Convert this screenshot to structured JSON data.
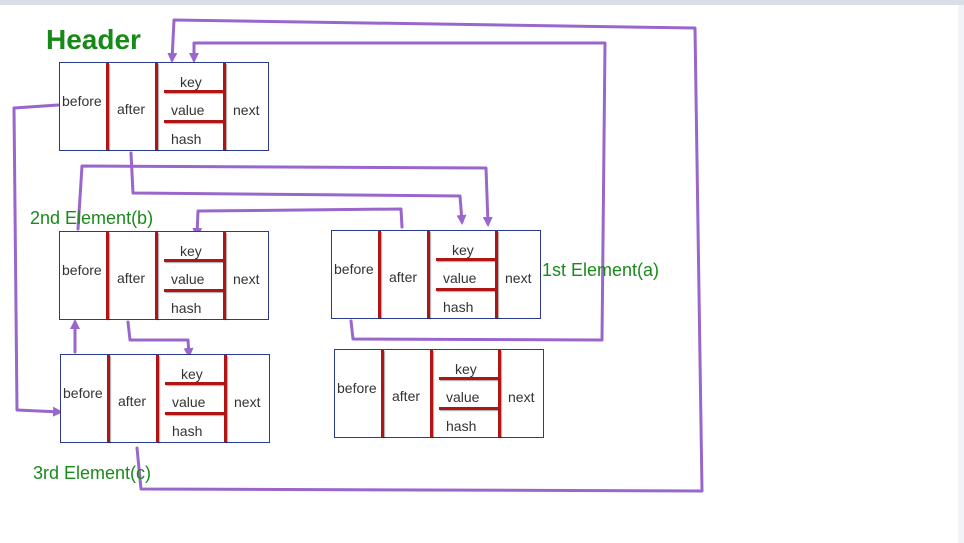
{
  "title": "Header",
  "labels": {
    "b": "2nd Element(b)",
    "a": "1st Element(a)",
    "c": "3rd Element(c)"
  },
  "fields": {
    "before": "before",
    "after": "after",
    "key": "key",
    "value": "value",
    "hash": "hash",
    "next": "next"
  },
  "colors": {
    "arrow": "#9966cc",
    "divider": "#b01515",
    "border": "#2a3a8c",
    "label": "#1a8a1a"
  }
}
